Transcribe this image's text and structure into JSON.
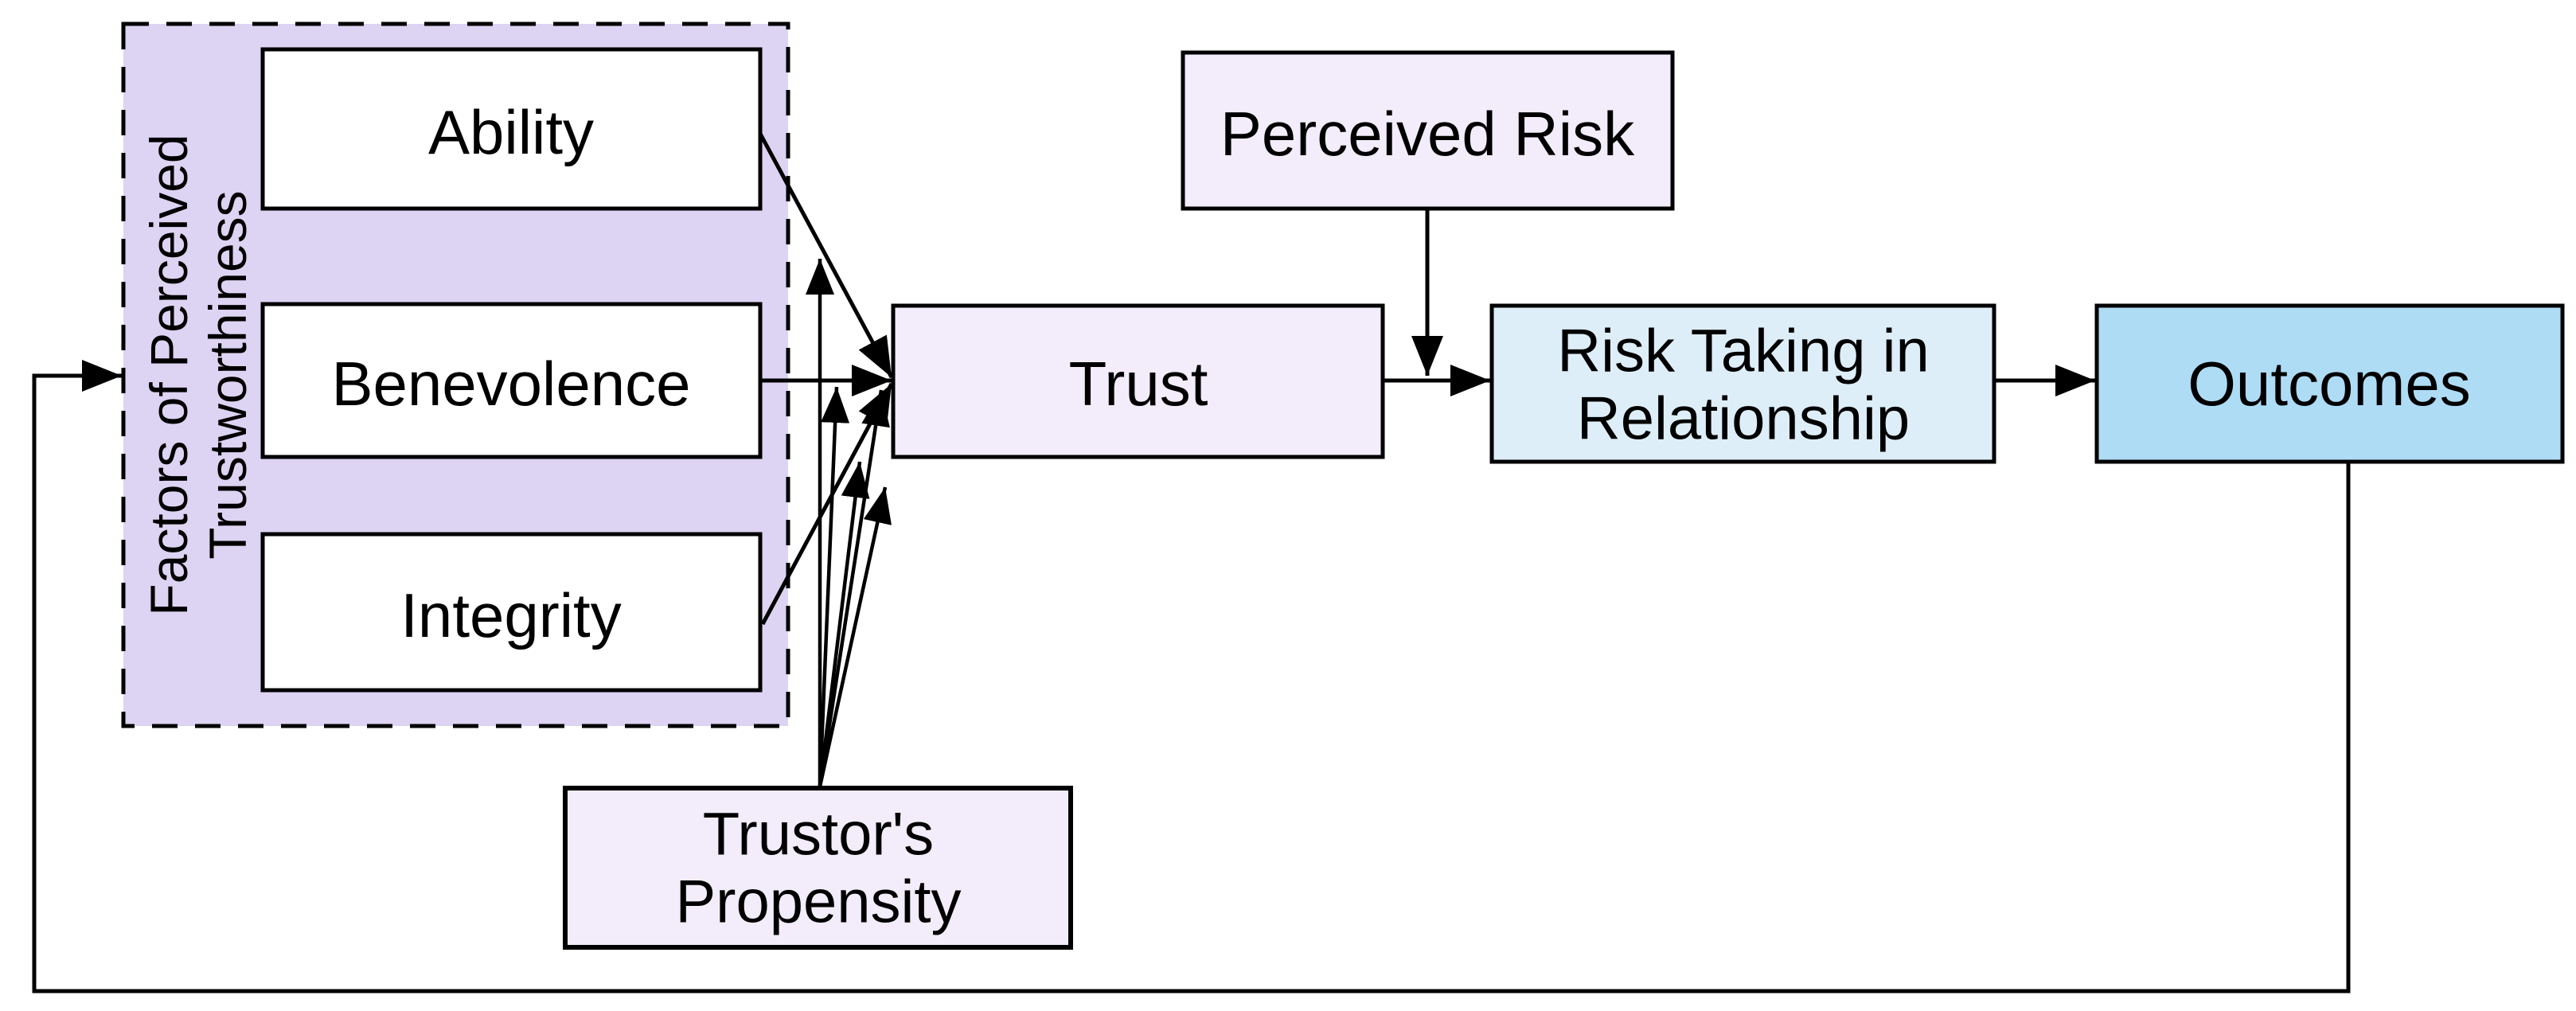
{
  "diagram_type": "flowchart",
  "colors": {
    "background": "#ffffff",
    "factors_group_fill": "#ddd3f2",
    "factor_box_fill": "#ffffff",
    "lavender_box_fill": "#f2ecfb",
    "risk_taking_fill": "#ddeef9",
    "outcomes_fill": "#aedcf5",
    "line": "#000000"
  },
  "nodes": {
    "factors_group": {
      "label_line1": "Factors of Perceived",
      "label_line2": "Trustworthiness"
    },
    "ability": {
      "label": "Ability"
    },
    "benevolence": {
      "label": "Benevolence"
    },
    "integrity": {
      "label": "Integrity"
    },
    "trustors_propensity": {
      "label_line1": "Trustor's",
      "label_line2": "Propensity"
    },
    "trust": {
      "label": "Trust"
    },
    "perceived_risk": {
      "label": "Perceived Risk"
    },
    "risk_taking": {
      "label_line1": "Risk Taking in",
      "label_line2": "Relationship"
    },
    "outcomes": {
      "label": "Outcomes"
    }
  },
  "edges": [
    {
      "from": "Ability",
      "to": "Trust"
    },
    {
      "from": "Benevolence",
      "to": "Trust"
    },
    {
      "from": "Integrity",
      "to": "Trust"
    },
    {
      "from": "Trustor's Propensity",
      "to": "Trust",
      "style": "fan of 5 arrows"
    },
    {
      "from": "Perceived Risk",
      "to": "Trust - Risk Taking link"
    },
    {
      "from": "Trust",
      "to": "Risk Taking in Relationship"
    },
    {
      "from": "Risk Taking in Relationship",
      "to": "Outcomes"
    },
    {
      "from": "Outcomes",
      "to": "Factors of Perceived Trustworthiness",
      "type": "feedback loop"
    }
  ]
}
